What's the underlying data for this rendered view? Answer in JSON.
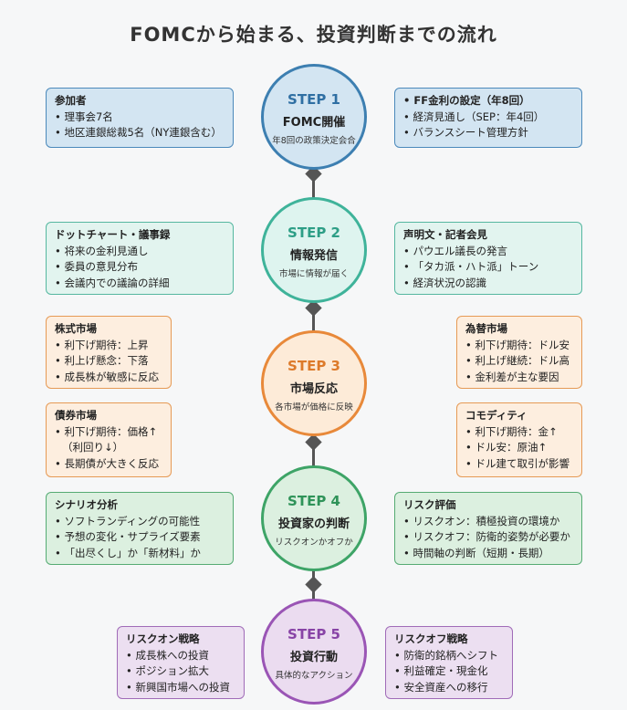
{
  "title": "FOMCから始まる、投資判断までの流れ",
  "steps": [
    {
      "step": "STEP 1",
      "main": "FOMC開催",
      "sub": "年8回の政策決定会合"
    },
    {
      "step": "STEP 2",
      "main": "情報発信",
      "sub": "市場に情報が届く"
    },
    {
      "step": "STEP 3",
      "main": "市場反応",
      "sub": "各市場が価格に反映"
    },
    {
      "step": "STEP 4",
      "main": "投資家の判断",
      "sub": "リスクオンかオフか"
    },
    {
      "step": "STEP 5",
      "main": "投資行動",
      "sub": "具体的なアクション"
    }
  ],
  "boxes": {
    "participants": {
      "head": "参加者",
      "items": [
        "• 理事会7名",
        "• 地区連銀総裁5名（NY連銀含む）"
      ]
    },
    "ff_rate": {
      "head": "• FF金利の設定（年8回）",
      "items": [
        "• 経済見通し（SEP：年4回）",
        "• バランスシート管理方針"
      ]
    },
    "dot_chart": {
      "head": "ドットチャート・議事録",
      "items": [
        "• 将来の金利見通し",
        "• 委員の意見分布",
        "• 会議内での議論の詳細"
      ]
    },
    "statement": {
      "head": "声明文・記者会見",
      "items": [
        "• パウエル議長の発言",
        "• 「タカ派・ハト派」トーン",
        "• 経済状況の認識"
      ]
    },
    "stock_market": {
      "head": "株式市場",
      "items": [
        "• 利下げ期待：上昇",
        "• 利上げ懸念：下落",
        "• 成長株が敏感に反応"
      ]
    },
    "fx_market": {
      "head": "為替市場",
      "items": [
        "• 利下げ期待：ドル安",
        "• 利上げ継続：ドル高",
        "• 金利差が主な要因"
      ]
    },
    "bond_market": {
      "head": "債券市場",
      "items": [
        "• 利下げ期待：価格↑",
        "（利回り↓）",
        "• 長期債が大きく反応"
      ]
    },
    "commodity": {
      "head": "コモディティ",
      "items": [
        "• 利下げ期待：金↑",
        "• ドル安：原油↑",
        "• ドル建て取引が影響"
      ]
    },
    "scenario": {
      "head": "シナリオ分析",
      "items": [
        "• ソフトランディングの可能性",
        "• 予想の変化・サプライズ要素",
        "• 「出尽くし」か「新材料」か"
      ]
    },
    "risk_eval": {
      "head": "リスク評価",
      "items": [
        "• リスクオン：積極投資の環境か",
        "• リスクオフ：防衛的姿勢が必要か",
        "• 時間軸の判断（短期・長期）"
      ]
    },
    "risk_on": {
      "head": "リスクオン戦略",
      "items": [
        "• 成長株への投資",
        "• ポジション拡大",
        "• 新興国市場への投資"
      ]
    },
    "risk_off": {
      "head": "リスクオフ戦略",
      "items": [
        "• 防衛的銘柄へシフト",
        "• 利益確定・現金化",
        "• 安全資産への移行"
      ]
    }
  },
  "colors": {
    "step1": "#3d7fb1",
    "step2": "#3fb39a",
    "step3": "#e8893a",
    "step4": "#3ea467",
    "step5": "#9a55b5"
  }
}
